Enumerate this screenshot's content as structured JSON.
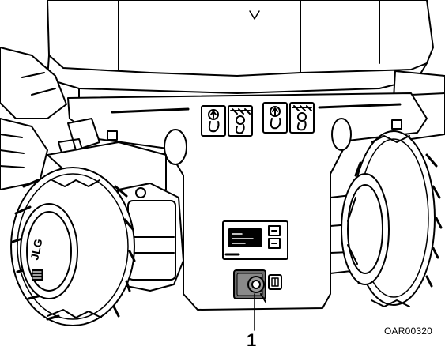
{
  "figure": {
    "callout_number": "1",
    "reference_code": "OAR00320",
    "top_mark": "V",
    "icons": {
      "left_hook": "tie-down-lug-icon",
      "left_lift": "lifting-point-icon",
      "right_hook": "tie-down-lug-icon",
      "right_lift": "lifting-point-icon",
      "control_label": "control-panel-label-icon",
      "connector": "connector-icon",
      "wheel_logo": "brand-logo-icon"
    }
  }
}
